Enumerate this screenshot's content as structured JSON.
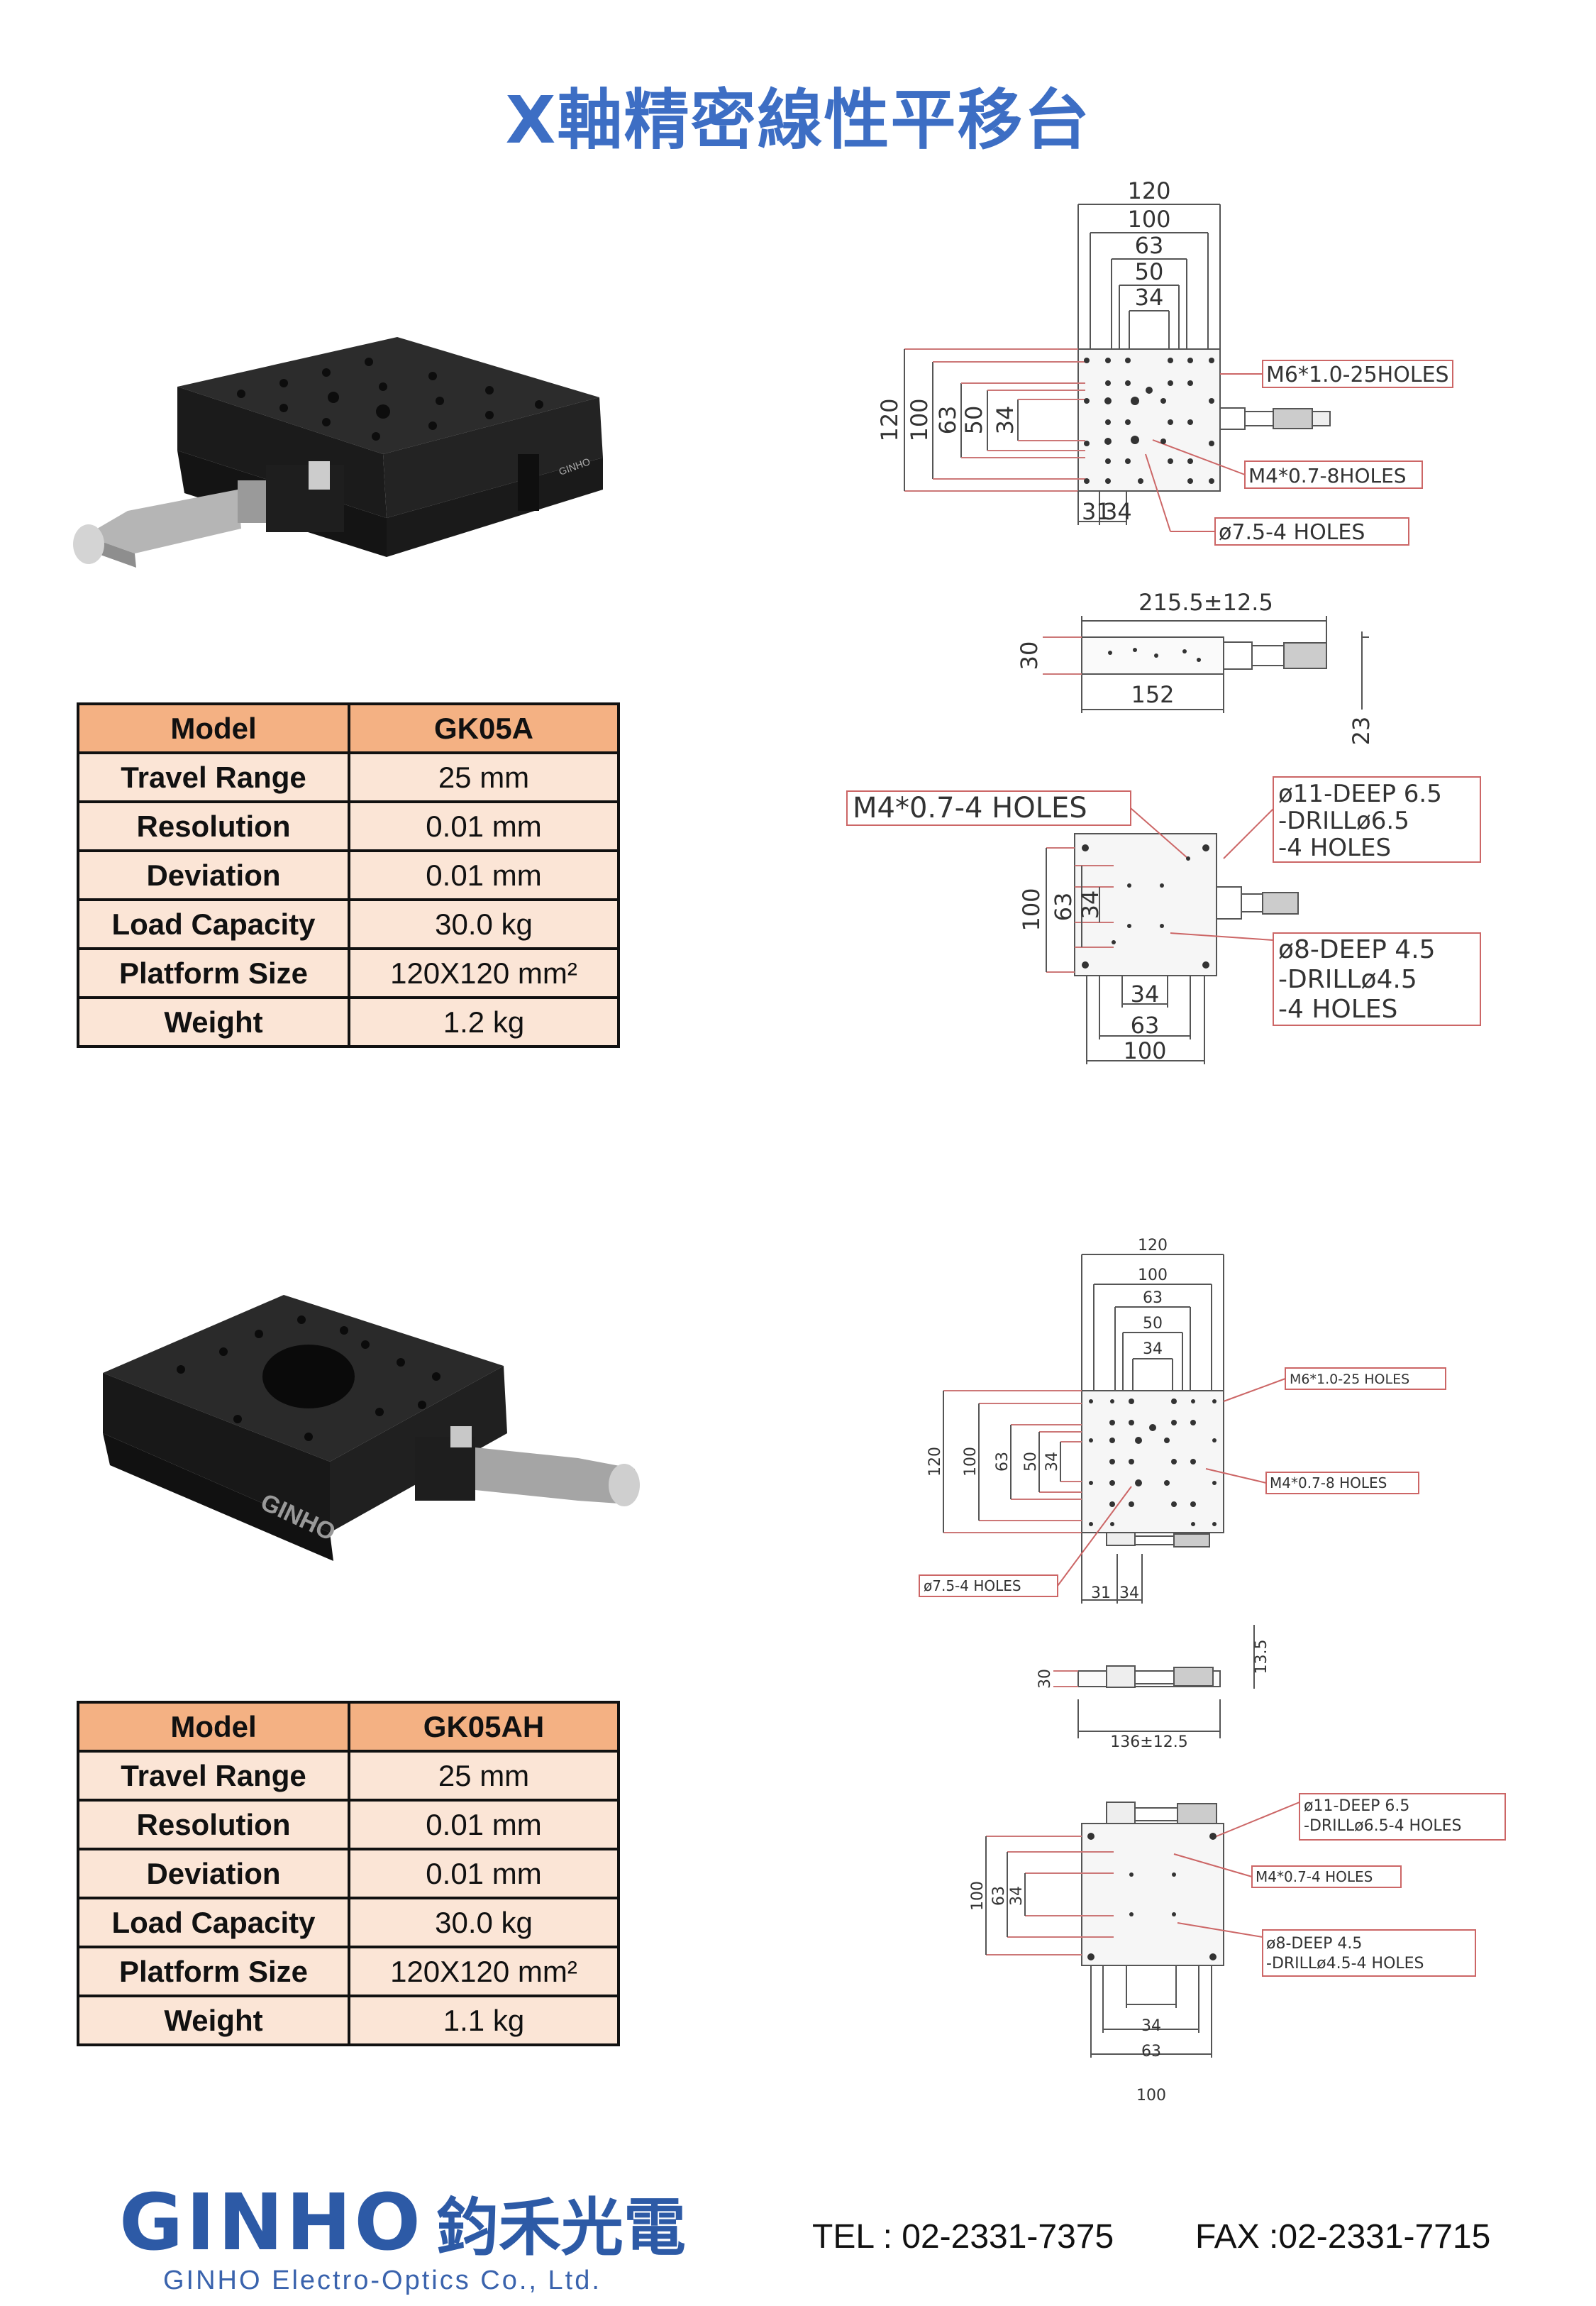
{
  "title": "X軸精密線性平移台",
  "products": [
    {
      "table": {
        "header": {
          "label": "Model",
          "value": "GK05A"
        },
        "rows": [
          {
            "label": "Travel Range",
            "value": "25 mm"
          },
          {
            "label": "Resolution",
            "value": "0.01 mm"
          },
          {
            "label": "Deviation",
            "value": "0.01 mm"
          },
          {
            "label": "Load Capacity",
            "value": "30.0 kg"
          },
          {
            "label": "Platform Size",
            "value": "120X120 mm²"
          },
          {
            "label": "Weight",
            "value": "1.2 kg"
          }
        ]
      },
      "photo_brand": "GINHO",
      "drawing": {
        "top": {
          "widths": [
            "120",
            "100",
            "63",
            "50",
            "34"
          ],
          "heights": [
            "120",
            "100",
            "63",
            "50",
            "34"
          ],
          "bottom": [
            "31",
            "34"
          ],
          "callouts": [
            "M6*1.0-25HOLES",
            "M4*0.7-8HOLES",
            "ø7.5-4 HOLES"
          ]
        },
        "side": {
          "length": "215.5±12.5",
          "base": "152",
          "height": "30",
          "right": "23"
        },
        "bottom": {
          "callout_left": "M4*0.7-4 HOLES",
          "callout_top": [
            "ø11-DEEP 6.5",
            "-DRILLø6.5",
            "-4 HOLES"
          ],
          "callout_mid": [
            "ø8-DEEP 4.5",
            "-DRILLø4.5",
            "-4 HOLES"
          ],
          "heights": [
            "100",
            "63",
            "34"
          ],
          "widths": [
            "34",
            "63",
            "100"
          ]
        }
      }
    },
    {
      "table": {
        "header": {
          "label": "Model",
          "value": "GK05AH"
        },
        "rows": [
          {
            "label": "Travel Range",
            "value": "25 mm"
          },
          {
            "label": "Resolution",
            "value": "0.01 mm"
          },
          {
            "label": "Deviation",
            "value": "0.01 mm"
          },
          {
            "label": "Load Capacity",
            "value": "30.0 kg"
          },
          {
            "label": "Platform Size",
            "value": "120X120 mm²"
          },
          {
            "label": "Weight",
            "value": "1.1 kg"
          }
        ]
      },
      "photo_brand": "GINHO",
      "drawing": {
        "top": {
          "widths": [
            "120",
            "100",
            "63",
            "50",
            "34"
          ],
          "heights": [
            "120",
            "100",
            "63",
            "50",
            "34"
          ],
          "bottom": [
            "31",
            "34"
          ],
          "callouts": [
            "M6*1.0-25 HOLES",
            "M4*0.7-8 HOLES",
            "ø7.5-4 HOLES"
          ]
        },
        "side": {
          "length": "136±12.5",
          "height": "30",
          "right": "13.5"
        },
        "bottom": {
          "callout_top": [
            "ø11-DEEP 6.5",
            "-DRILLø6.5-4 HOLES"
          ],
          "callout_left": "M4*0.7-4 HOLES",
          "callout_mid": [
            "ø8-DEEP 4.5",
            "-DRILLø4.5-4 HOLES"
          ],
          "heights": [
            "100",
            "63",
            "34"
          ],
          "widths": [
            "34",
            "63",
            "100"
          ]
        }
      }
    }
  ],
  "footer": {
    "logo_word": "GINHO",
    "logo_cn": "鈞禾光電",
    "company": "GINHO Electro-Optics Co., Ltd.",
    "tel": "TEL : 02-2331-7375",
    "fax": "FAX :02-2331-7715"
  }
}
